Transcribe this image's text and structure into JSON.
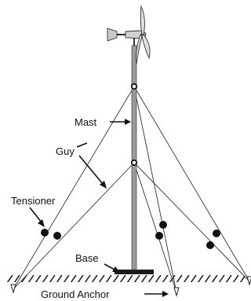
{
  "labels": {
    "mast": "Mast",
    "guy": "Guy",
    "tensioner": "Tensioner",
    "base": "Base",
    "ground_anchor": "Ground Anchor"
  },
  "colors": {
    "line": "#222222",
    "mast_fill": "#9a9a9a",
    "turbine_fill": "#c8c8c8"
  }
}
